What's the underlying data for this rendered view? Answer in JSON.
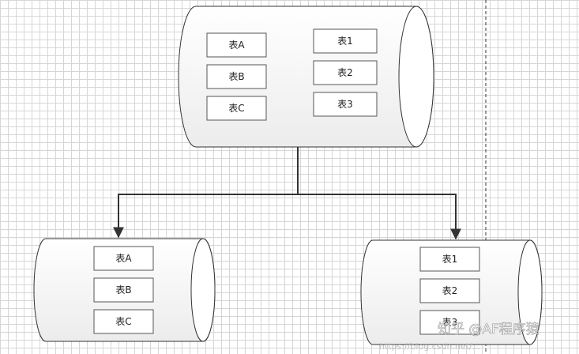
{
  "diagram": {
    "source_db": {
      "left_tables": [
        "表A",
        "表B",
        "表C"
      ],
      "right_tables": [
        "表1",
        "表2",
        "表3"
      ]
    },
    "target_left": {
      "tables": [
        "表A",
        "表B",
        "表C"
      ]
    },
    "target_right": {
      "tables": [
        "表1",
        "表2",
        "表3"
      ]
    }
  },
  "watermark": {
    "primary": "知乎 @AF程序猿",
    "secondary": "https://blog.csdn.net/..."
  },
  "colors": {
    "grid": "#d6d6d6",
    "stroke": "#333333",
    "connector": "#333333"
  }
}
